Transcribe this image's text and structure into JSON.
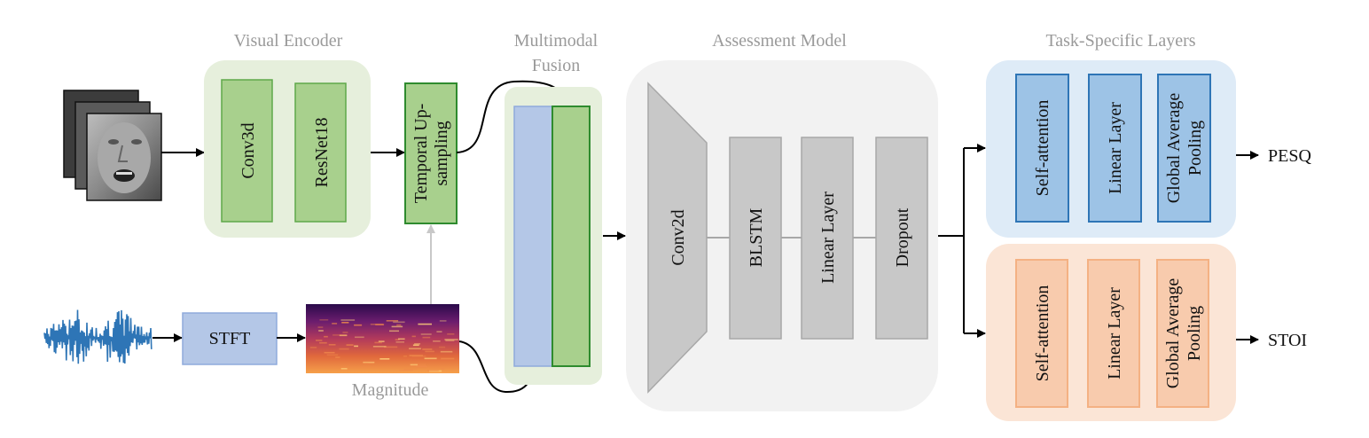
{
  "visual_encoder": {
    "title": "Visual Encoder",
    "blocks": [
      "Conv3d",
      "ResNet18"
    ]
  },
  "upsampling": {
    "line1": "Temporal Up-",
    "line2": "sampling"
  },
  "audio": {
    "stft": "STFT",
    "magnitude": "Magnitude"
  },
  "fusion": {
    "title_line1": "Multimodal",
    "title_line2": "Fusion"
  },
  "assessment": {
    "title": "Assessment Model",
    "blocks": [
      "Conv2d",
      "BLSTM",
      "Linear Layer",
      "Dropout"
    ]
  },
  "task_layers": {
    "title": "Task-Specific Layers",
    "pesq_branch": {
      "self_attention": "Self-attention",
      "linear": "Linear Layer",
      "gap_line1": "Global Average",
      "gap_line2": "Pooling",
      "output": "PESQ"
    },
    "stoi_branch": {
      "self_attention": "Self-attention",
      "linear": "Linear Layer",
      "gap_line1": "Global Average",
      "gap_line2": "Pooling",
      "output": "STOI"
    }
  },
  "colors": {
    "green_bg": "#e6efdc",
    "green_box": "#a8d08d",
    "green_border": "#5fa84a",
    "blue_box": "#b4c7e7",
    "blue_border": "#8faadc",
    "gray_bg": "#f2f2f2",
    "gray_box": "#c8c8c8",
    "task_blue_bg": "#deebf7",
    "task_blue_box": "#9dc3e6",
    "task_blue_border": "#2e75b6",
    "task_orange_bg": "#fbe5d6",
    "task_orange_box": "#f8cbad",
    "task_orange_border": "#f4b183",
    "waveform": "#2e75b6"
  }
}
